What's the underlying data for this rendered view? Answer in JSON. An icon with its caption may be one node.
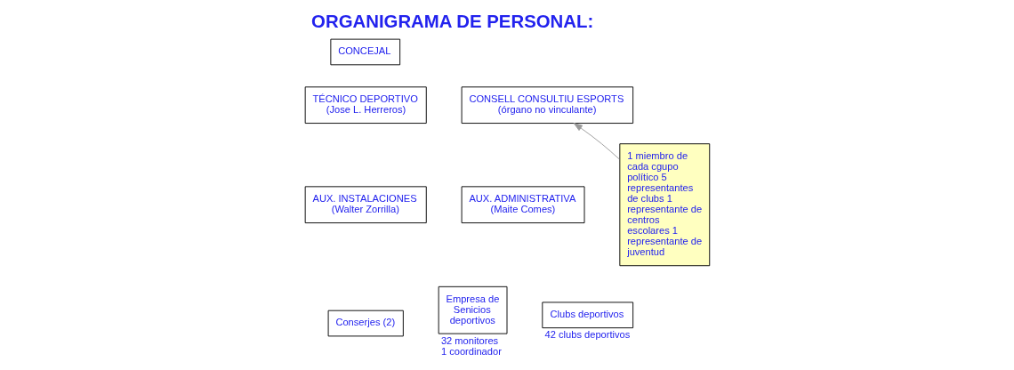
{
  "diagram": {
    "title": "ORGANIGRAMA DE PERSONAL:",
    "nodes": [
      {
        "text": [
          "CONCEJAL"
        ]
      },
      {
        "text": [
          "TÉCNICO DEPORTIVO",
          "(Jose L. Herreros)"
        ]
      },
      {
        "text": [
          "CONSELL CONSULTIU ESPORTS",
          "(órgano no vinculante)"
        ]
      },
      {
        "text": [
          "AUX. INSTALACIONES",
          "(Walter Zorrilla)"
        ]
      },
      {
        "text": [
          "AUX. ADMINISTRATIVA",
          "(Maite Comes)"
        ]
      },
      {
        "text": [
          "1 miembro de cada cgupo político 5 representantes de clubs 1 representante de centros escolares 1 representante de juventud"
        ]
      },
      {
        "text": [
          "Conserjes (2)"
        ]
      },
      {
        "text": [
          "Empresa de Senicios deportivos"
        ],
        "beside": [
          "32 monitores",
          "1 coordinador"
        ]
      },
      {
        "text": [
          "Clubs deportivos"
        ],
        "beside": [
          "42 clubs deportivos"
        ]
      }
    ],
    "edges": [
      {
        "from": 5,
        "to": 2,
        "arrow": "to",
        "color": "#999999"
      }
    ]
  }
}
